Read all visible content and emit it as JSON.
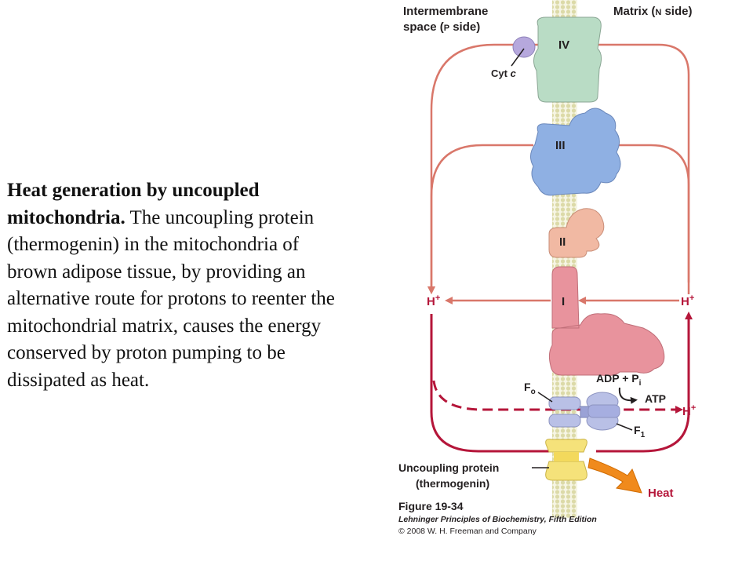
{
  "caption": {
    "bold": "Heat generation by uncoupled mitochondria.",
    "body": " The uncoupling protein (thermogenin) in the mitochondria of brown adipose tissue, by providing an alternative route for protons to reenter the mitochondrial matrix, causes the energy conserved by proton pumping to be dissipated as heat."
  },
  "labels": {
    "intermembrane_1": "Intermembrane",
    "intermembrane_2": "space (",
    "intermembrane_p": "P",
    "intermembrane_side": " side)",
    "matrix_1": "Matrix (",
    "matrix_n": "N",
    "matrix_side": " side)",
    "complex_iv": "IV",
    "complex_iii": "III",
    "complex_ii": "II",
    "complex_i": "I",
    "cyt": "Cyt ",
    "cyt_c": "c",
    "h_plus": "H",
    "plus": "+",
    "adp_pi": "ADP + P",
    "pi_sub": "i",
    "atp": "ATP",
    "fo": "F",
    "fo_sub": "o",
    "f1": "F",
    "f1_sub": "1",
    "uncoupling_1": "Uncoupling protein",
    "uncoupling_2": "(thermogenin)",
    "heat": "Heat"
  },
  "credit": {
    "figure": "Figure 19-34",
    "book": "Lehninger Principles of Biochemistry, Fifth Edition",
    "copyright": "© 2008 W. H. Freeman and Company"
  },
  "colors": {
    "arrow_light": "#d9776a",
    "arrow_dark": "#b5163a",
    "complex_iv": "#b9dcc5",
    "complex_iii": "#8fb0e3",
    "complex_ii": "#f1b9a3",
    "complex_i": "#e8939d",
    "cyt_c": "#b6a8dd",
    "atp_synthase": "#b9c0e6",
    "thermogenin": "#f5e27a",
    "heat_arrow": "#f08a1c",
    "membrane": "#e4e2b6"
  }
}
